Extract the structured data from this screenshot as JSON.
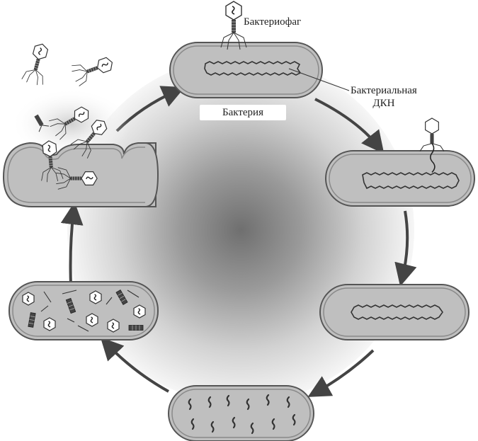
{
  "labels": {
    "bacteriophage": "Бактериофаг",
    "bacterial_dna_line1": "Бактериальная",
    "bacterial_dna_line2": "ДКН",
    "bacterium": "Бактерия"
  },
  "colors": {
    "cell_fill": "#bfbfbf",
    "cell_stroke": "#555555",
    "dna_stroke": "#333333",
    "arrow": "#444444",
    "center_dark": "#6f6f6f",
    "center_light": "#f6f6f6"
  },
  "icons": [
    "bacteriophage-icon",
    "dna-strand-icon",
    "cycle-arrow-icon"
  ]
}
